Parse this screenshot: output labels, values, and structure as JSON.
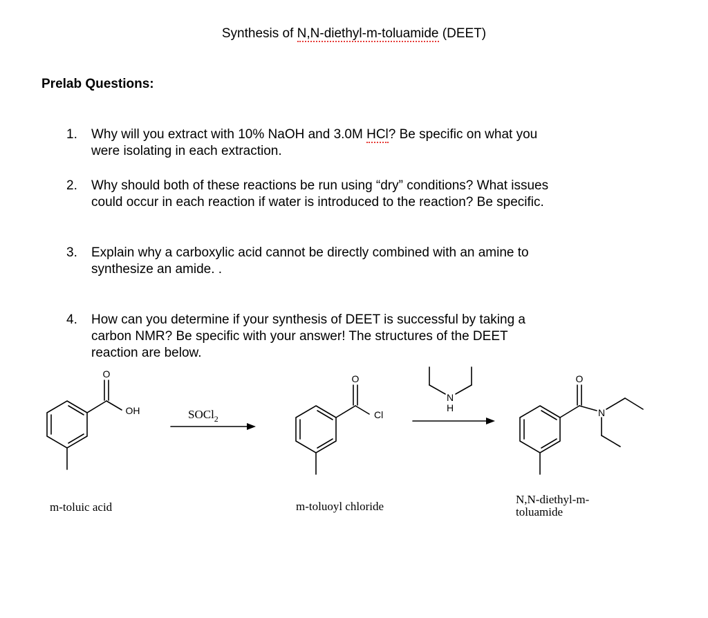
{
  "document": {
    "title_prefix": "Synthesis of ",
    "title_underlined": "N,N-diethyl-m-toluamide",
    "title_suffix": " (DEET)",
    "section_heading": "Prelab Questions:",
    "questions": [
      {
        "number": "1.",
        "line1_before": "Why will you extract with 10% NaOH and 3.0M ",
        "line1_underlined": "HCl",
        "line1_after": "?  Be specific on what you",
        "line2": "were isolating in each extraction."
      },
      {
        "number": "2.",
        "line1": "Why should both of these reactions be run using “dry” conditions?  What issues",
        "line2": "could occur in each reaction if water is introduced to the reaction?  Be specific."
      },
      {
        "number": "3.",
        "line1": "Explain why a carboxylic acid cannot be directly combined with an amine to",
        "line2": "synthesize an amide.  ."
      },
      {
        "number": "4.",
        "line1": "How can you determine if your synthesis of DEET is successful by taking a",
        "line2": "carbon NMR?  Be specific with your answer!  The structures of the DEET",
        "line3": "reaction are below."
      }
    ]
  },
  "scheme": {
    "atoms": {
      "oxygen": "O",
      "hydroxyl": "OH",
      "chlorine": "Cl",
      "nitrogen": "N",
      "hydrogen": "H"
    },
    "reagent_1": {
      "main": "SOCl",
      "subscript": "2"
    },
    "compounds": [
      {
        "name": "m-toluic acid"
      },
      {
        "name": "m-toluoyl chloride"
      },
      {
        "name_line1": "N,N-diethyl-m-",
        "name_line2": "toluamide"
      }
    ]
  }
}
